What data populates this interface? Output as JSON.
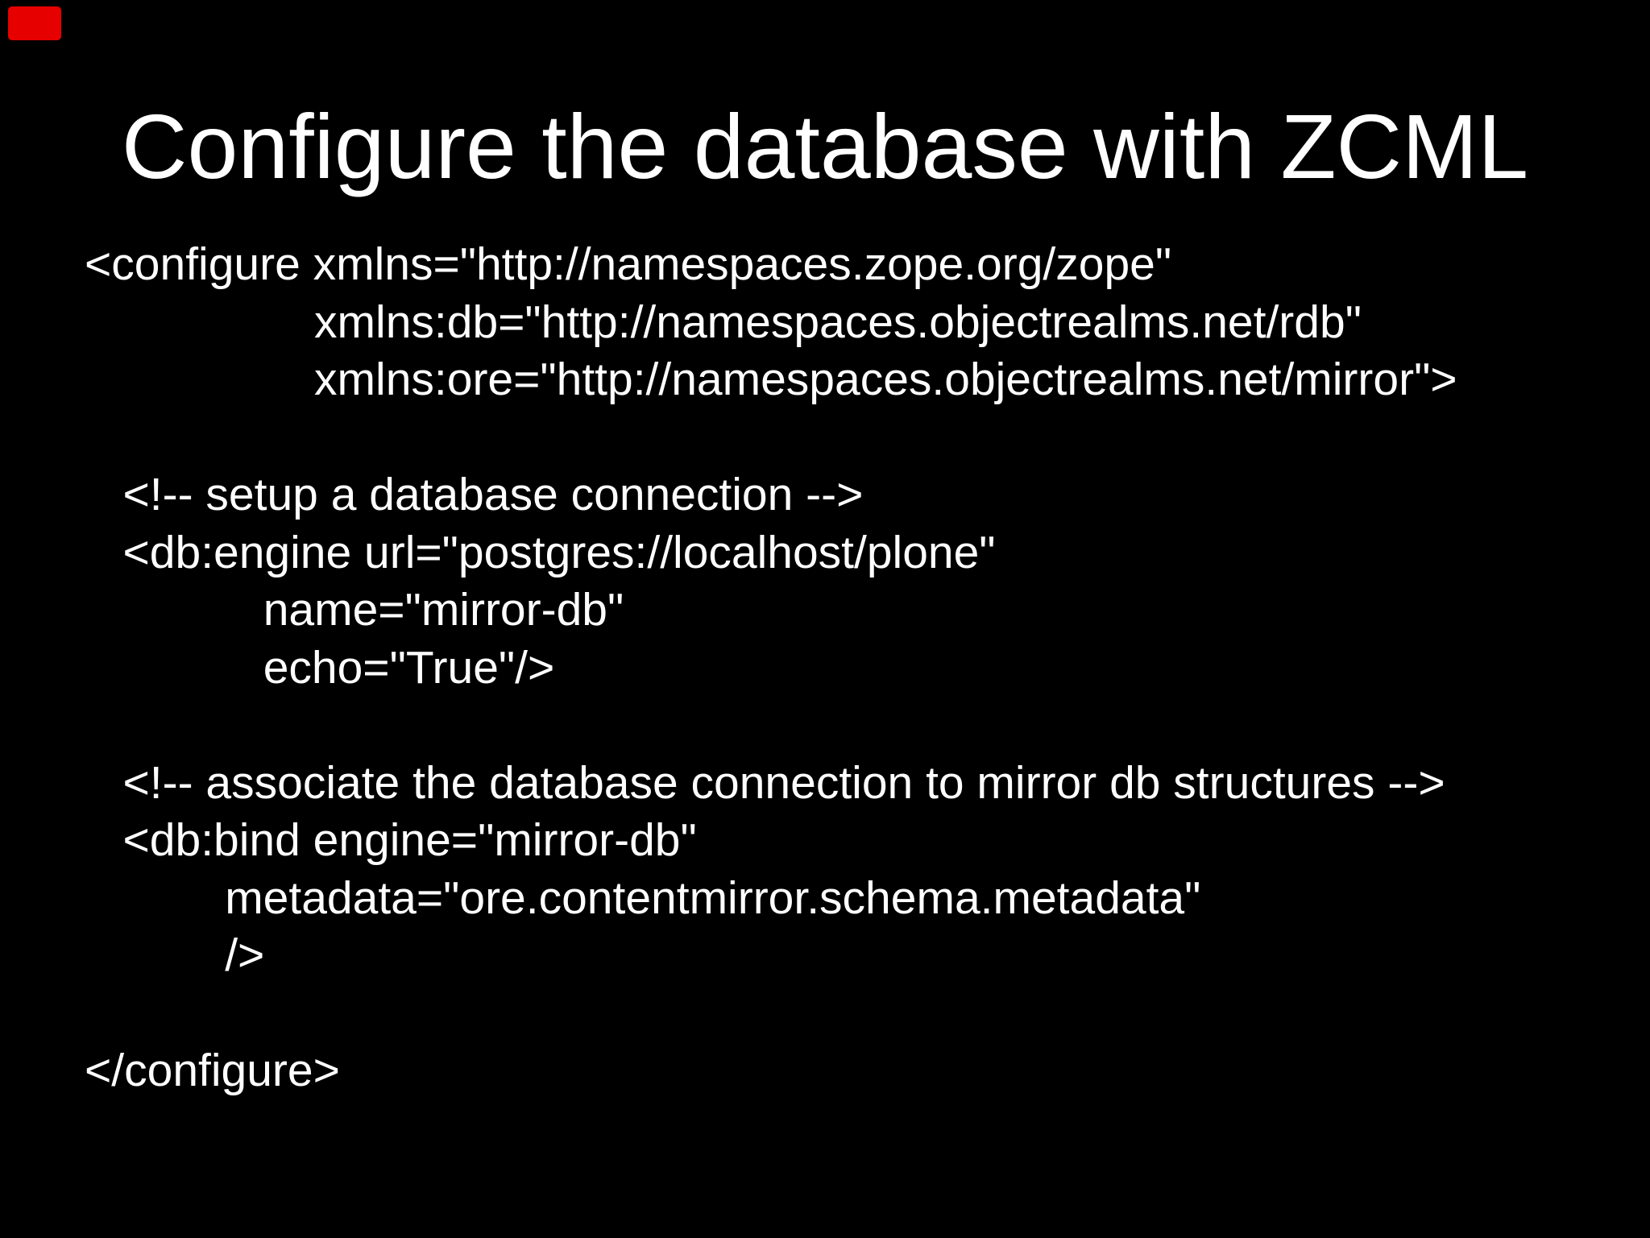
{
  "slide": {
    "title": "Configure the database with ZCML",
    "colors": {
      "background": "#000000",
      "text": "#ffffff",
      "corner_marker": "#e60000"
    },
    "code_language": "zcml-xml",
    "code_lines": [
      "<configure xmlns=\"http://namespaces.zope.org/zope\"",
      "                  xmlns:db=\"http://namespaces.objectrealms.net/rdb\"",
      "                  xmlns:ore=\"http://namespaces.objectrealms.net/mirror\">",
      "",
      "   <!-- setup a database connection -->",
      "   <db:engine url=\"postgres://localhost/plone\"",
      "              name=\"mirror-db\"",
      "              echo=\"True\"/>",
      "",
      "   <!-- associate the database connection to mirror db structures -->",
      "   <db:bind engine=\"mirror-db\"",
      "           metadata=\"ore.contentmirror.schema.metadata\"",
      "           />",
      "",
      "</configure>"
    ]
  }
}
